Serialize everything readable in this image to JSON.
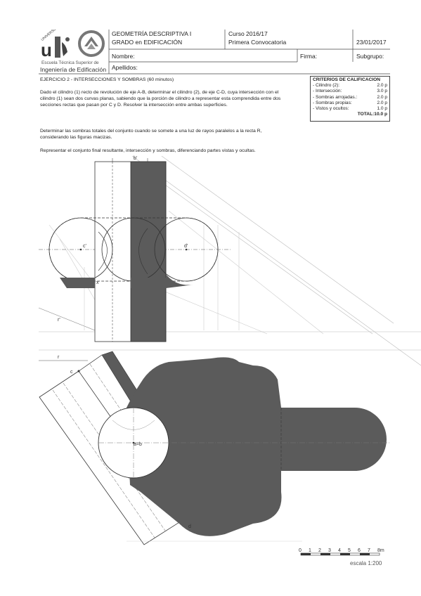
{
  "logo": {
    "university_arc": "UNIVERSIDAD DE SEVILLA",
    "school_small": "Escuela Técnica Superior de",
    "school_big": "Ingeniería de Edificación"
  },
  "header": {
    "course_title": "GEOMETRÍA DESCRIPTIVA I",
    "degree": "GRADO en EDIFICACIÓN",
    "course_year": "Curso 2016/17",
    "call": "Primera Convocatoria",
    "date": "23/01/2017",
    "name_label": "Nombre:",
    "surname_label": "Apellidos:",
    "signature_label": "Firma:",
    "subgroup_label": "Subgrupo:"
  },
  "exercise": {
    "title": "EJERCICIO 2 - INTERSECCIONES Y SOMBRAS (60 minutos)",
    "p1": "Dado el cilindro (1) recto de revolución de eje A-B, determinar el cilindro (2), de eje C-D, cuya intersección con el cilindro (1) sean dos curvas planas, sabiendo que la porción de cilindro a representar esta comprendida entre dos secciones rectas que pasan por C y D. Resolver la intersección entre ambas superficies.",
    "p2": "Determinar las sombras totales del conjunto cuando se somete a una luz de rayos paralelos a la recta R, considerando las figuras macizas.",
    "p3": "Representar el conjunto final resultante, intersección y sombras, diferenciando partes vistas y ocultas."
  },
  "criteria": {
    "title": "CRITERIOS DE CALIFICACIÓN",
    "items": [
      {
        "label": "- Cilindro (2):",
        "value": "2.0 p"
      },
      {
        "label": "- Intersección:",
        "value": "3.0 p"
      },
      {
        "label": "- Sombras arrojadas.:",
        "value": "2.0 p"
      },
      {
        "label": "- Sombras propias:",
        "value": "2.0 p"
      },
      {
        "label": "- Vistos y ocultos:",
        "value": "1.0 p"
      }
    ],
    "total": "TOTAL:10.0 p"
  },
  "drawing": {
    "labels": {
      "b_prime": "b'",
      "c_prime": "c'",
      "d_prime": "d'",
      "x": "x",
      "r_prime": "r'",
      "r": "r",
      "c": "c",
      "d": "d",
      "ab": "a=b"
    },
    "scale": {
      "ticks": [
        "0",
        "1",
        "2",
        "3",
        "4",
        "5",
        "6",
        "7",
        "8m"
      ],
      "label": "escala 1:200"
    },
    "colors": {
      "shadow": "#5b5b5b",
      "line": "#333333"
    }
  }
}
